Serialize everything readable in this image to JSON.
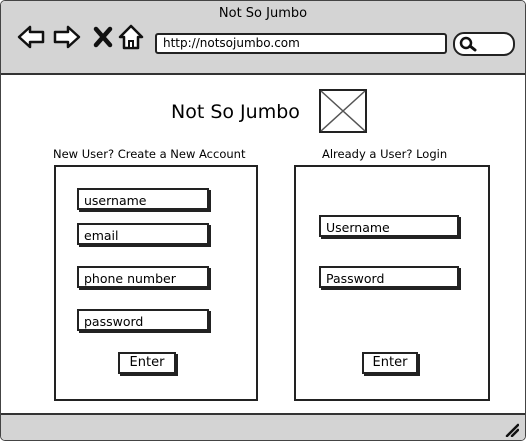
{
  "window": {
    "title": "Not So Jumbo"
  },
  "browser": {
    "url": "http://notsojumbo.com",
    "nav_icons": [
      "back-arrow-icon",
      "forward-arrow-icon",
      "close-x-icon",
      "home-icon"
    ],
    "search_icon": "search-icon"
  },
  "brand": {
    "name": "Not So Jumbo",
    "logo_icon": "image-placeholder-icon"
  },
  "signup": {
    "heading": "New User? Create a New Account",
    "username_placeholder": "username",
    "email_placeholder": "email",
    "phone_placeholder": "phone number",
    "password_placeholder": "password",
    "submit_label": "Enter"
  },
  "login": {
    "heading": "Already a User? Login",
    "username_placeholder": "Username",
    "password_placeholder": "Password",
    "submit_label": "Enter"
  },
  "status": {
    "grip_icon": "resize-grip-icon"
  }
}
